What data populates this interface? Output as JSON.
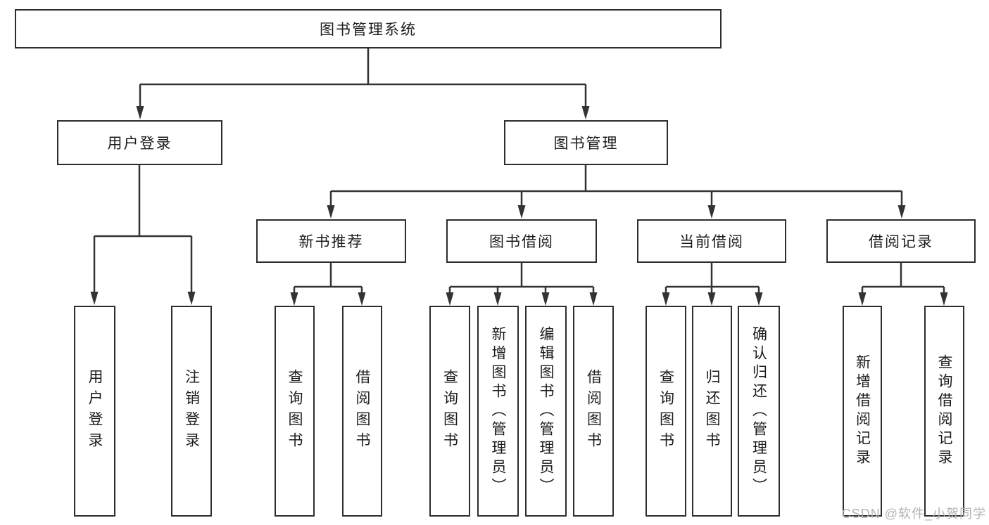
{
  "diagram": {
    "title_node": {
      "label": "图书管理系统"
    },
    "branches": [
      {
        "label": "用户登录",
        "children": [
          {
            "label": "用户登录"
          },
          {
            "label": "注销登录"
          }
        ]
      },
      {
        "label": "图书管理",
        "sections": [
          {
            "label": "新书推荐",
            "children": [
              {
                "label": "查询图书"
              },
              {
                "label": "借阅图书"
              }
            ]
          },
          {
            "label": "图书借阅",
            "children": [
              {
                "label": "查询图书"
              },
              {
                "label": "新增图书（管理员）"
              },
              {
                "label": "编辑图书（管理员）"
              },
              {
                "label": "借阅图书"
              }
            ]
          },
          {
            "label": "当前借阅",
            "children": [
              {
                "label": "查询图书"
              },
              {
                "label": "归还图书"
              },
              {
                "label": "确认归还（管理员）"
              }
            ]
          },
          {
            "label": "借阅记录",
            "children": [
              {
                "label": "新增借阅记录"
              },
              {
                "label": "查询借阅记录"
              }
            ]
          }
        ]
      }
    ]
  },
  "watermark": {
    "text": "CSDN @软件_小贺同学"
  },
  "colors": {
    "line": "#333333",
    "box_border": "#2d2d2d",
    "text": "#1c1c1c",
    "watermark": "#b3b3b3",
    "background": "#ffffff"
  }
}
